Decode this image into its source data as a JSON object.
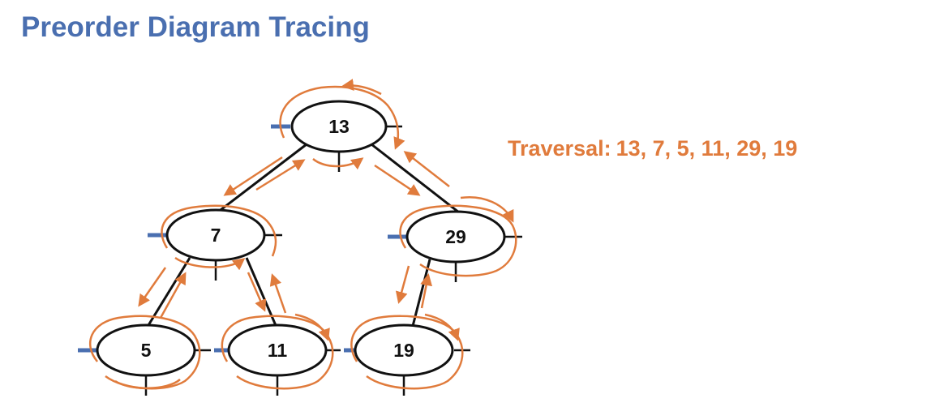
{
  "title": "Preorder Diagram Tracing",
  "traversal": {
    "label": "Traversal:",
    "sequence": "13, 7, 5, 11, 29, 19"
  },
  "nodes": [
    {
      "id": "n13",
      "label": "13"
    },
    {
      "id": "n7",
      "label": "7"
    },
    {
      "id": "n29",
      "label": "29"
    },
    {
      "id": "n5",
      "label": "5"
    },
    {
      "id": "n11",
      "label": "11"
    },
    {
      "id": "n19",
      "label": "19"
    }
  ],
  "edges": [
    {
      "from": "n13",
      "to": "n7"
    },
    {
      "from": "n13",
      "to": "n29"
    },
    {
      "from": "n7",
      "to": "n5"
    },
    {
      "from": "n7",
      "to": "n11"
    },
    {
      "from": "n29",
      "to": "n19"
    }
  ],
  "colors": {
    "title": "#4a6fb0",
    "trace": "#e07b3c",
    "preorder_marker": "#4a6fb0",
    "node_stroke": "#111111"
  }
}
